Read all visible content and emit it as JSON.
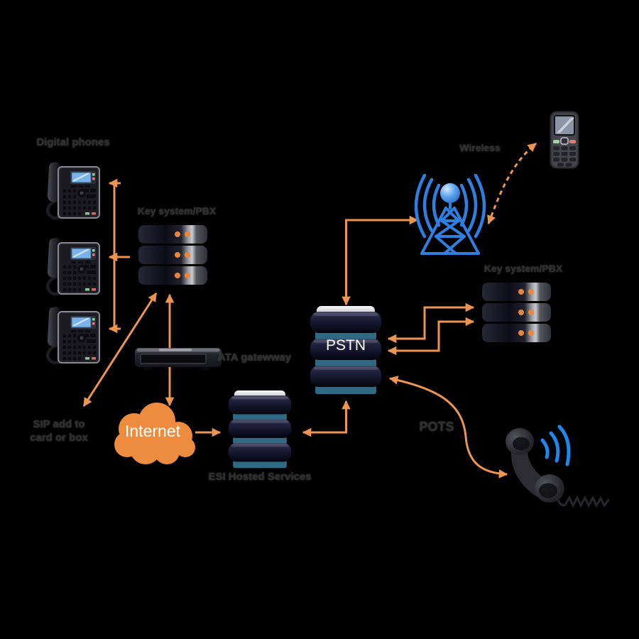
{
  "title": "ESI hosted telephony network diagram",
  "background_color": "#000000",
  "labels": {
    "digital_phones": "Digital phones",
    "key_system_pbx_left": "Key system/PBX",
    "key_system_pbx_right": "Key system/PBX",
    "ata_gateway": "ATA gatewway",
    "internet": "Internet",
    "esi_hosted_services": "ESI Hosted Services",
    "pstn": "PSTN",
    "wireless": "Wireless",
    "pots": "POTS",
    "sip_line1": "SIP add to",
    "sip_line2": "card or box"
  },
  "colors": {
    "arrow_orange": "#EC9552",
    "cloud_orange": "#ED8C3E",
    "server_dot_orange": "#E8873C",
    "tower_blue": "#2E7FE0",
    "signal_blue": "#1F86EA",
    "db_disk_dark": "#13132A",
    "db_ring_teal": "#2E6A84",
    "label_gray": "#2F2F2F",
    "white_text": "#FFFFFF"
  },
  "nodes": [
    {
      "name": "digital-phones-group",
      "icon": "desk-phone-icon",
      "count": 3
    },
    {
      "name": "key-system-pbx-left",
      "icon": "server-stack-icon"
    },
    {
      "name": "ata-gateway",
      "icon": "ata-gateway-icon"
    },
    {
      "name": "internet-cloud",
      "icon": "cloud-icon"
    },
    {
      "name": "esi-hosted-services",
      "icon": "database-stack-icon"
    },
    {
      "name": "pstn",
      "icon": "database-stack-icon"
    },
    {
      "name": "cell-tower",
      "icon": "cell-tower-icon"
    },
    {
      "name": "mobile-phone",
      "icon": "mobile-phone-icon"
    },
    {
      "name": "key-system-pbx-right",
      "icon": "server-stack-icon"
    },
    {
      "name": "pots-handset",
      "icon": "telephone-handset-icon"
    },
    {
      "name": "sip-add-to-card-or-box",
      "icon": "text-only"
    }
  ],
  "connections": [
    {
      "from": "digital-phones-trunk",
      "to": "each-phone",
      "style": "solid",
      "arrows": "left x3"
    },
    {
      "from": "sip-add-to-card-or-box",
      "to": "key-system-pbx-left",
      "style": "solid",
      "arrows": "both"
    },
    {
      "from": "key-system-pbx-left",
      "to": "internet-cloud",
      "via": "ata-gateway",
      "style": "solid",
      "arrows": "both"
    },
    {
      "from": "internet-cloud",
      "to": "esi-hosted-services",
      "style": "solid",
      "arrows": "end"
    },
    {
      "from": "esi-hosted-services",
      "to": "pstn",
      "style": "solid",
      "arrows": "both"
    },
    {
      "from": "pstn",
      "to": "cell-tower",
      "style": "solid",
      "arrows": "both"
    },
    {
      "from": "pstn",
      "to": "key-system-pbx-right",
      "style": "solid",
      "arrows": "both",
      "note": "upper elbow"
    },
    {
      "from": "pstn",
      "to": "key-system-pbx-right",
      "style": "solid",
      "arrows": "both",
      "note": "lower elbow"
    },
    {
      "from": "pstn",
      "to": "pots-handset",
      "style": "solid curved",
      "arrows": "both"
    },
    {
      "from": "cell-tower",
      "to": "mobile-phone",
      "style": "dashed curved",
      "arrows": "both"
    }
  ]
}
